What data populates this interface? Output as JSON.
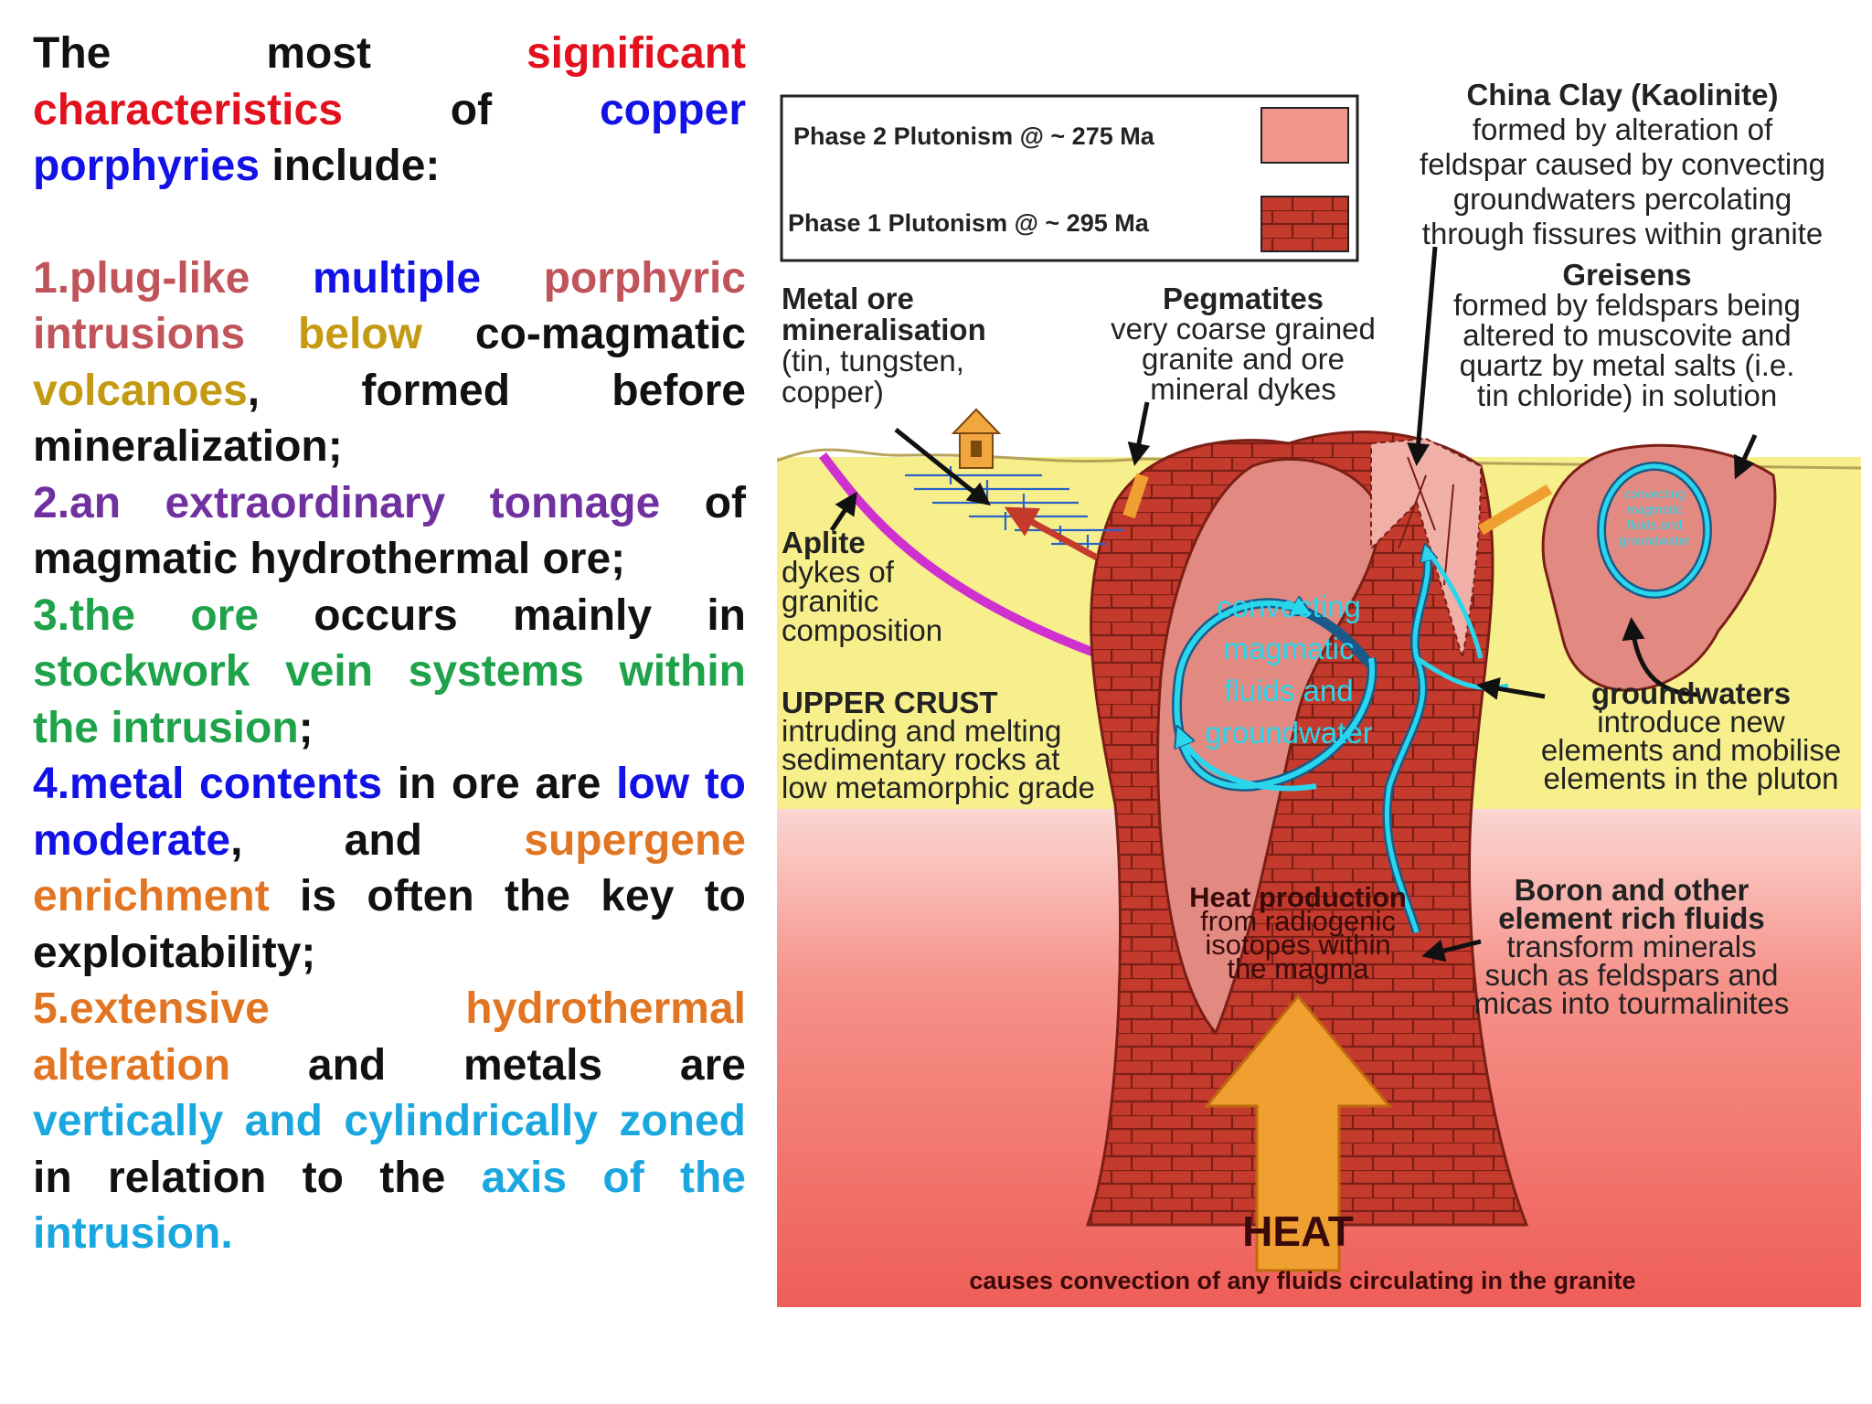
{
  "colors": {
    "red": "#e3101d",
    "blue": "#1212e6",
    "rose": "#c0545a",
    "ochre": "#c49a12",
    "purple": "#7030a0",
    "green": "#1ea24a",
    "orange": "#e27522",
    "cyan": "#1aa7e0",
    "black": "#111111",
    "crust": "#f7ef8c",
    "magma": "#f07068",
    "pluton": "#c43a2c",
    "pluton2": "#e08a82",
    "aplite": "#d030d0",
    "fluid": "#2ad6ec",
    "heat": "#f0a030"
  },
  "intro": [
    {
      "t": "The most ",
      "c": "black"
    },
    {
      "t": "significant",
      "c": "red"
    },
    {
      "t": " ",
      "c": "black"
    },
    {
      "t": "characteristics",
      "c": "red"
    },
    {
      "t": " of ",
      "c": "black"
    },
    {
      "t": "copper porphyries",
      "c": "blue"
    },
    {
      "t": " include:",
      "c": "black"
    }
  ],
  "points": [
    [
      {
        "t": "1.plug-like ",
        "c": "rose"
      },
      {
        "t": "multiple ",
        "c": "blue"
      },
      {
        "t": "porphyric intrusions ",
        "c": "rose"
      },
      {
        "t": "below",
        "c": "ochre"
      },
      {
        "t": " co-magmatic ",
        "c": "black"
      },
      {
        "t": "volcanoes",
        "c": "ochre"
      },
      {
        "t": ", formed before mineralization;",
        "c": "black"
      }
    ],
    [
      {
        "t": "2.an extraordinary tonnage",
        "c": "purple"
      },
      {
        "t": " of magmatic hydrothermal ore;",
        "c": "black"
      }
    ],
    [
      {
        "t": "3.the ore",
        "c": "green"
      },
      {
        "t": " occurs mainly in ",
        "c": "black"
      },
      {
        "t": "stockwork vein systems within the intrusion",
        "c": "green"
      },
      {
        "t": ";",
        "c": "black"
      }
    ],
    [
      {
        "t": "4.metal contents",
        "c": "blue"
      },
      {
        "t": " in ore are ",
        "c": "black"
      },
      {
        "t": "low to moderate",
        "c": "blue"
      },
      {
        "t": ", and ",
        "c": "black"
      },
      {
        "t": "supergene enrichment",
        "c": "orange"
      },
      {
        "t": " is often the key to exploitability;",
        "c": "black"
      }
    ],
    [
      {
        "t": "5.extensive hydrothermal alteration",
        "c": "orange"
      },
      {
        "t": " and metals are ",
        "c": "black"
      },
      {
        "t": "vertically and cylindrically zoned",
        "c": "cyan"
      },
      {
        "t": " in relation to the ",
        "c": "black"
      },
      {
        "t": "axis of the intrusion.",
        "c": "cyan"
      }
    ]
  ],
  "diagram": {
    "legend": {
      "phase2": "Phase 2 Plutonism @ ~ 275 Ma",
      "phase1": "Phase 1 Plutonism @ ~ 295 Ma"
    },
    "china_clay": {
      "title": "China Clay (Kaolinite)",
      "lines": [
        "formed by alteration of",
        "feldspar caused by convecting",
        "groundwaters percolating",
        "through fissures within granite"
      ]
    },
    "greisens": {
      "title": "Greisens",
      "lines": [
        "formed by feldspars being",
        "altered to muscovite and",
        "quartz by metal salts (i.e.",
        "tin chloride) in solution"
      ]
    },
    "metal_ore": {
      "title_lines": [
        "Metal ore",
        "mineralisation"
      ],
      "lines": [
        "(tin, tungsten,",
        "copper)"
      ]
    },
    "pegmatites": {
      "title": "Pegmatites",
      "lines": [
        "very coarse grained",
        "granite and ore",
        "mineral dykes"
      ]
    },
    "aplite": {
      "lines": [
        "Aplite",
        "dykes of",
        "granitic",
        "composition"
      ]
    },
    "upper_crust": {
      "title": "UPPER CRUST",
      "lines": [
        "intruding and melting",
        "sedimentary rocks at",
        "low metamorphic grade"
      ]
    },
    "convecting": [
      "convecting",
      "magmatic",
      "fluids and",
      "groundwater"
    ],
    "groundwaters": {
      "title": "groundwaters",
      "lines": [
        "introduce new",
        "elements and mobilise",
        "elements in the pluton"
      ]
    },
    "small_loop": [
      "convecting",
      "magmatic",
      "fluids and",
      "groundwater"
    ],
    "boron": {
      "title_lines": [
        "Boron and other",
        "element rich fluids"
      ],
      "lines": [
        "transform minerals",
        "such as feldspars and",
        "micas into tourmalinites"
      ]
    },
    "heat_production": [
      "Heat production",
      "from radiogenic",
      "isotopes within",
      "the magma"
    ],
    "heat": {
      "title": "HEAT",
      "caption": "causes convection of any fluids circulating in the granite"
    }
  }
}
